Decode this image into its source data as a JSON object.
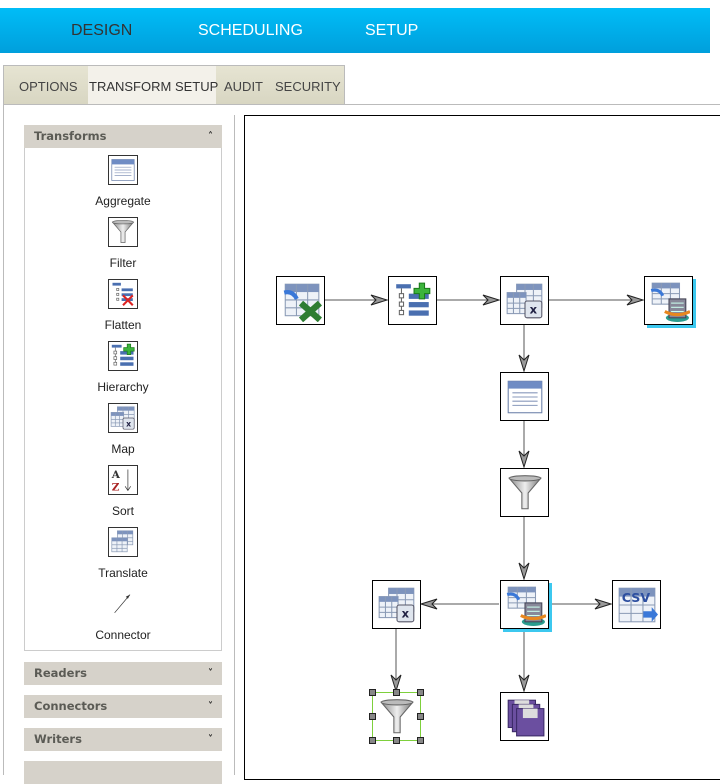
{
  "topnav": {
    "items": [
      {
        "label": "DESIGN",
        "active": true
      },
      {
        "label": "SCHEDULING",
        "active": false
      },
      {
        "label": "SETUP",
        "active": false
      }
    ]
  },
  "tabs": [
    {
      "label": "OPTIONS"
    },
    {
      "label": "TRANSFORM SETUP",
      "active": true
    },
    {
      "label": "AUDIT"
    },
    {
      "label": "SECURITY"
    }
  ],
  "palette": {
    "transforms": {
      "title": "Transforms",
      "expanded": true,
      "items": [
        {
          "label": "Aggregate",
          "icon": "aggregate-icon"
        },
        {
          "label": "Filter",
          "icon": "filter-icon"
        },
        {
          "label": "Flatten",
          "icon": "flatten-icon"
        },
        {
          "label": "Hierarchy",
          "icon": "hierarchy-icon"
        },
        {
          "label": "Map",
          "icon": "map-icon"
        },
        {
          "label": "Sort",
          "icon": "sort-icon"
        },
        {
          "label": "Translate",
          "icon": "translate-icon"
        },
        {
          "label": "Connector",
          "icon": "connector-icon"
        }
      ]
    },
    "readers": {
      "title": "Readers"
    },
    "connectors": {
      "title": "Connectors"
    },
    "writers": {
      "title": "Writers"
    }
  },
  "diagram": {
    "nodes": [
      {
        "id": "excel-reader",
        "icon": "excel-reader-icon"
      },
      {
        "id": "hierarchy",
        "icon": "hierarchy-icon"
      },
      {
        "id": "map-1",
        "icon": "map-icon"
      },
      {
        "id": "db-writer-1",
        "icon": "database-writer-icon"
      },
      {
        "id": "aggregate",
        "icon": "aggregate-icon"
      },
      {
        "id": "filter-1",
        "icon": "filter-icon"
      },
      {
        "id": "db-writer-2",
        "icon": "database-writer-icon"
      },
      {
        "id": "map-2",
        "icon": "map-icon"
      },
      {
        "id": "csv-writer",
        "icon": "csv-writer-icon"
      },
      {
        "id": "filter-2",
        "icon": "filter-icon",
        "selected": true
      },
      {
        "id": "file-writer",
        "icon": "save-icon"
      }
    ],
    "edges": [
      [
        0,
        1
      ],
      [
        1,
        2
      ],
      [
        2,
        3
      ],
      [
        2,
        4
      ],
      [
        4,
        5
      ],
      [
        5,
        6
      ],
      [
        6,
        7
      ],
      [
        6,
        8
      ],
      [
        6,
        10
      ],
      [
        7,
        9
      ]
    ],
    "csv_text": "CSV"
  }
}
